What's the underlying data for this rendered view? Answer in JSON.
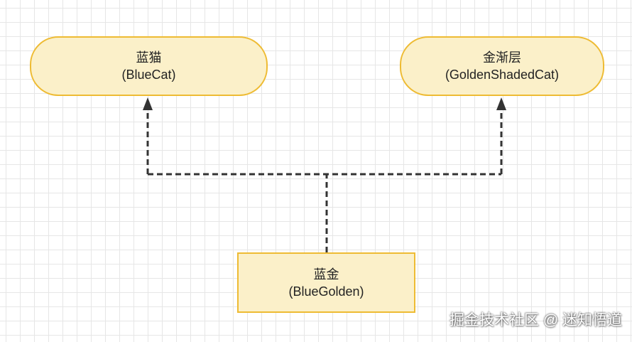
{
  "diagram": {
    "nodes": {
      "bluecat": {
        "name": "蓝猫",
        "english": "(BlueCat)"
      },
      "golden_shaded": {
        "name": "金渐层",
        "english": "(GoldenShadedCat)"
      },
      "bluegolden": {
        "name": "蓝金",
        "english": "(BlueGolden)"
      }
    },
    "edges": [
      {
        "from": "bluegolden",
        "to": "bluecat",
        "style": "dashed",
        "arrow": "filled"
      },
      {
        "from": "bluegolden",
        "to": "golden_shaded",
        "style": "dashed",
        "arrow": "filled"
      }
    ],
    "colors": {
      "node_fill": "#fbf0c9",
      "node_border": "#eebb33",
      "connector": "#333333",
      "grid": "#e6e6e6"
    }
  },
  "watermark": {
    "text": "掘金技术社区 @ 迷知悟道"
  }
}
